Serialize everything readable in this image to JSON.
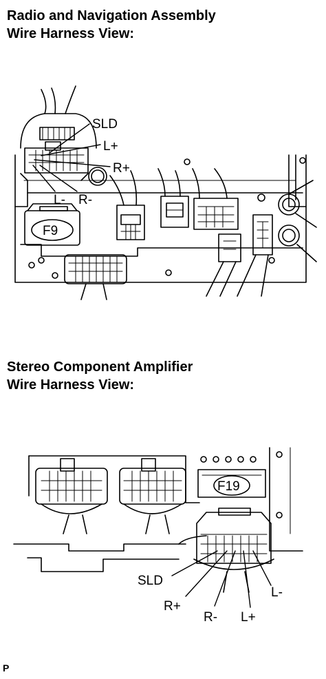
{
  "section1": {
    "title_line1": "Radio and Navigation Assembly",
    "title_line2": "Wire Harness View:",
    "connector_code": "F9",
    "pins": {
      "sld": "SLD",
      "lplus": "L+",
      "rplus": "R+",
      "lminus": "L-",
      "rminus": "R-"
    }
  },
  "section2": {
    "title_line1": "Stereo Component Amplifier",
    "title_line2": "Wire Harness View:",
    "connector_code": "F19",
    "pins": {
      "sld": "SLD",
      "rplus": "R+",
      "rminus": "R-",
      "lplus": "L+",
      "lminus": "L-"
    }
  },
  "footer": {
    "mark": "P"
  }
}
